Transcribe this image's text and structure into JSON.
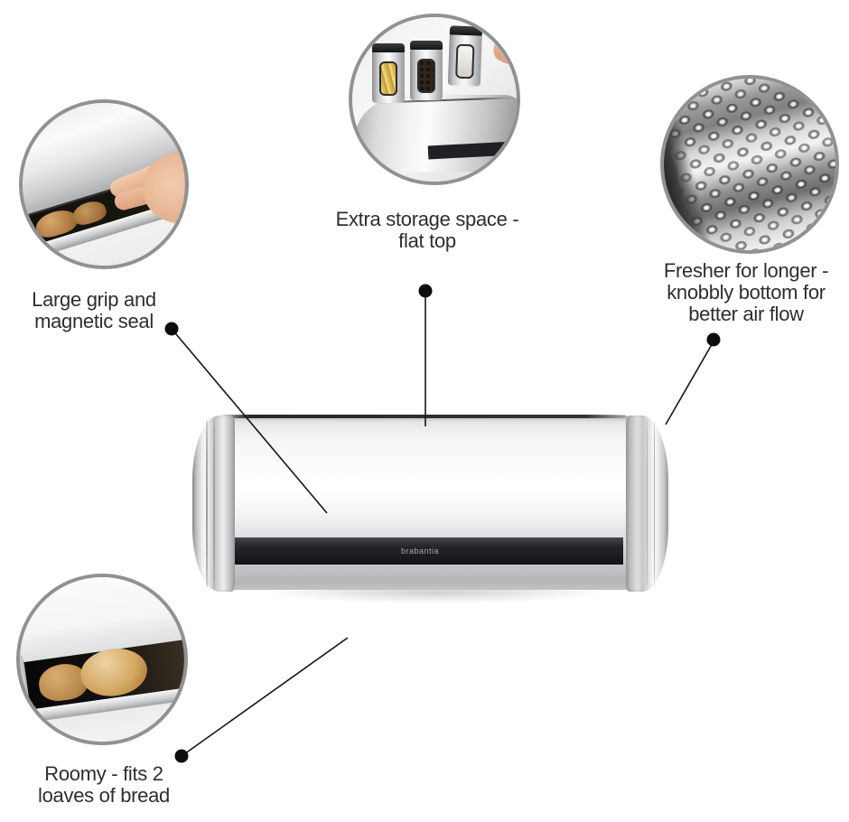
{
  "meta": {
    "background_color": "#ffffff",
    "text_color": "#2e2e2e",
    "connector_color": "#161616",
    "circle_border_color": "#8f9193"
  },
  "product": {
    "logo": "brabantia",
    "type_hint": "roll-top bread bin, matt steel"
  },
  "callouts": {
    "grip": {
      "lines": [
        "Large grip and",
        "magnetic seal"
      ]
    },
    "storage": {
      "lines": [
        "Extra storage space -",
        "flat top"
      ]
    },
    "knobbly": {
      "lines": [
        "Fresher for longer -",
        "knobbly bottom for",
        "better air flow"
      ]
    },
    "roomy": {
      "lines": [
        "Roomy - fits 2",
        "loaves of bread"
      ]
    }
  }
}
